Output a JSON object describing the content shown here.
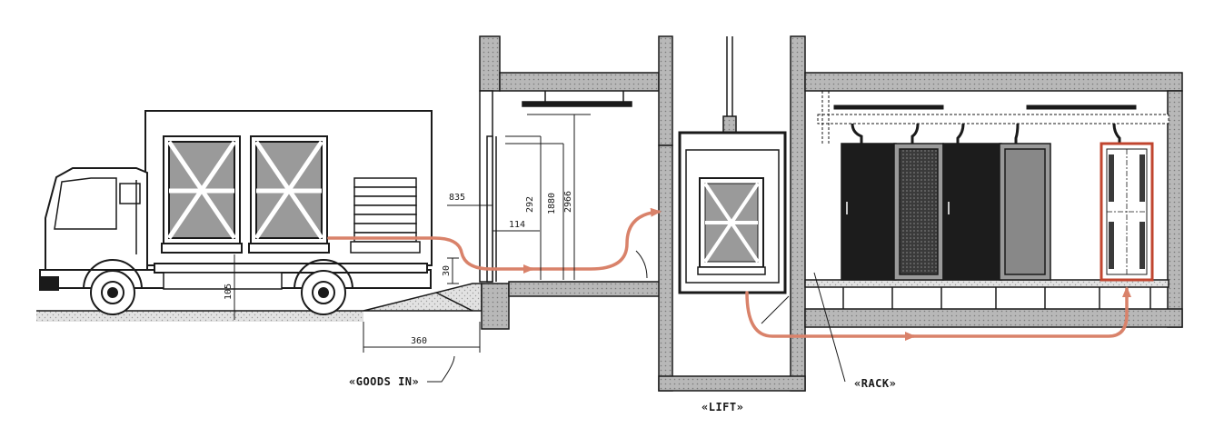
{
  "labels": {
    "goods_in": "«GOODS IN»",
    "lift": "«LIFT»",
    "rack": "«RACK»"
  },
  "dimensions": {
    "d_835": "835",
    "d_114": "114",
    "d_292": "292",
    "d_1880": "1880",
    "d_2966": "2966",
    "d_30": "30",
    "d_105": "105",
    "d_360": "360"
  },
  "colors": {
    "line": "#1a1a1a",
    "arrow": "#d9826a",
    "rack_outline": "#c0452f",
    "rack_dark": "#1c1c1c",
    "rack_grey": "#8a8a8a",
    "ground": "#cfcfcf"
  }
}
